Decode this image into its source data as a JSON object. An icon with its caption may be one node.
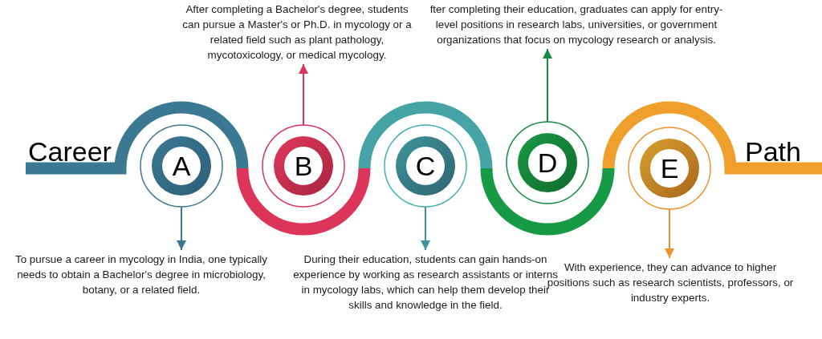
{
  "diagram": {
    "nodes": [
      {
        "text": [
          "After completing a Bachelor's degree, students can pursue a Master's or Ph.D. in mycology or a related field such as plant pathology, mycotoxicology, or medical mycology."
        ]
      },
      {
        "text": [
          "fter completing their education, graduates can apply for entry-level positions in research labs, universities, or government organizations that focus on mycology research or analysis."
        ]
      },
      {
        "text": [
          "A"
        ]
      },
      {
        "text": [
          "B"
        ]
      },
      {
        "text": [
          "C"
        ]
      },
      {
        "text": [
          "D"
        ]
      },
      {
        "text": [
          "E"
        ]
      },
      {
        "text": [
          "To pursue a career in mycology in India, one typically needs to obtain a Bachelor's degree in microbiology, botany, or a related field."
        ]
      },
      {
        "text": [
          "During their education, students can gain hands-on experience by working as research assistants or interns in mycology labs, which can help them develop their skills and knowledge in the field."
        ]
      },
      {
        "text": [
          "With experience, they can advance to higher positions such as research scientists, professors, or industry experts."
        ]
      }
    ],
    "edges": [
      {
        "from": 2,
        "to": 7,
        "arrow": "to",
        "color": "#3b7892"
      },
      {
        "from": 3,
        "to": 0,
        "arrow": "to",
        "color": "#d6345a"
      },
      {
        "from": 4,
        "to": 8,
        "arrow": "to",
        "color": "#3f949b"
      },
      {
        "from": 5,
        "to": 1,
        "arrow": "to",
        "color": "#178c41"
      },
      {
        "from": 6,
        "to": 9,
        "arrow": "to",
        "color": "#f0922b"
      }
    ],
    "labels": [
      "Career",
      "Path"
    ]
  }
}
